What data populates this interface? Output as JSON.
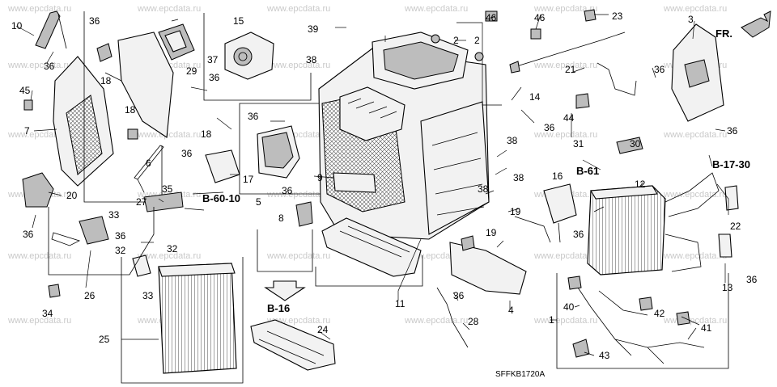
{
  "diagram": {
    "code": "SFFKB1720A",
    "direction_label": "FR.",
    "watermark": "www.epcdata.ru",
    "part_numbers": [
      "1",
      "2",
      "3",
      "4",
      "5",
      "6",
      "7",
      "8",
      "9",
      "10",
      "11",
      "12",
      "13",
      "14",
      "15",
      "16",
      "17",
      "18",
      "19",
      "20",
      "21",
      "22",
      "23",
      "24",
      "25",
      "26",
      "27",
      "28",
      "29",
      "30",
      "31",
      "32",
      "33",
      "34",
      "35",
      "36",
      "37",
      "38",
      "39",
      "40",
      "41",
      "42",
      "43",
      "44",
      "45",
      "46"
    ],
    "references": [
      "B-60-10",
      "B-61",
      "B-17-30",
      "B-16"
    ]
  }
}
